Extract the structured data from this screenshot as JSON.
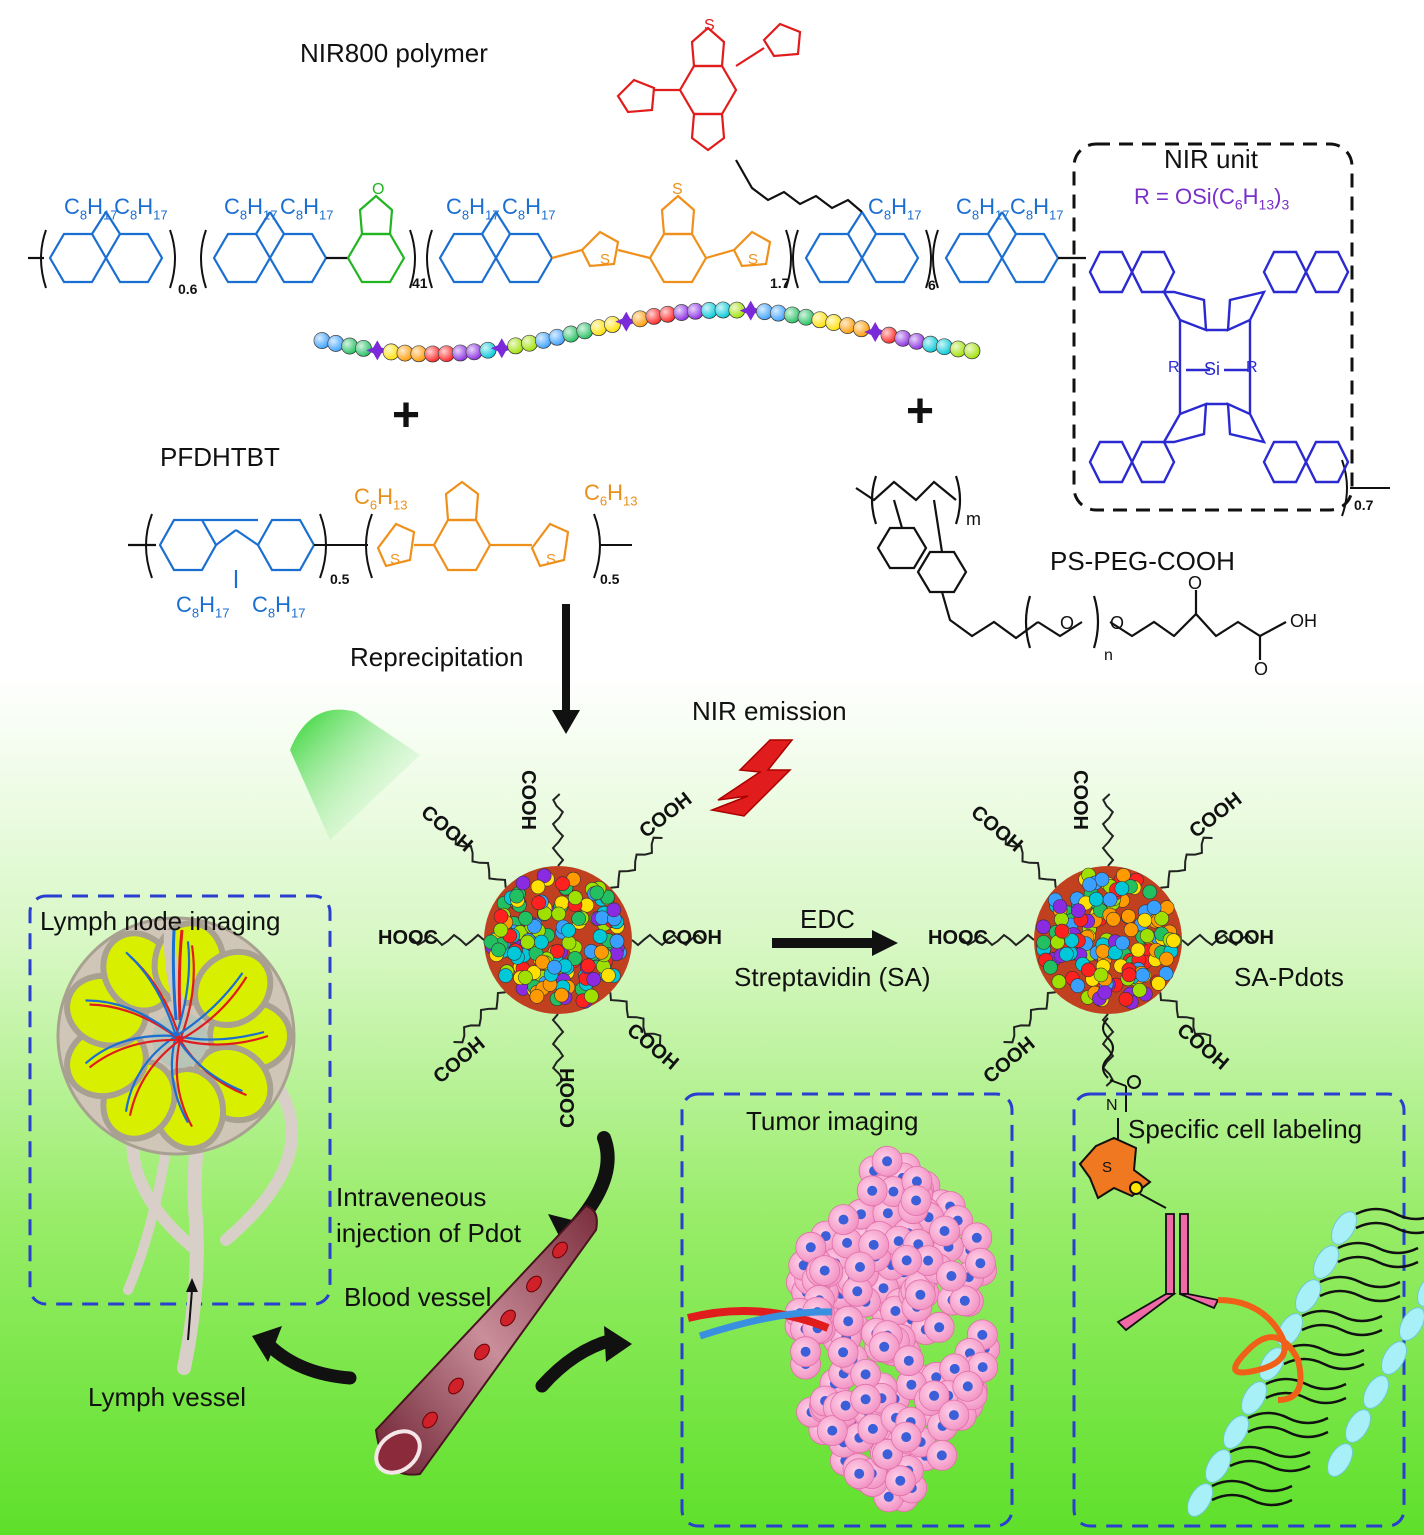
{
  "colors": {
    "fluorene_blue": "#1a6fd0",
    "benzoxadiazole_green": "#22b522",
    "thiophene_orange": "#f0901c",
    "triazole_red": "#e01c1c",
    "nir_unit_purple": "#2a2ad0",
    "background_green": "#5ee02a",
    "dashed_box_blue": "#2a3fd0"
  },
  "top_section": {
    "nir800_title": "NIR800 polymer",
    "nir_unit_title": "NIR unit",
    "r_group": "R = OSi(C6H13)3",
    "side_chain": "C8H17",
    "subscript_06": "0.6",
    "subscript_41": "41",
    "subscript_17": "1.7",
    "subscript_6": "6",
    "subscript_07": "0.7",
    "plus": "+",
    "pfdhtbt_title": "PFDHTBT",
    "hexyl_chain": "C6H13",
    "subscript_05": "0.5",
    "ps_peg_title": "PS-PEG-COOH",
    "m_label": "m",
    "n_label": "n",
    "oh_label": "OH",
    "o_label": "O",
    "si_label": "Si",
    "r_label": "R",
    "n_atom": "N",
    "s_atom": "S"
  },
  "process": {
    "reprecipitation": "Reprecipitation",
    "nir_emission": "NIR emission",
    "cooh": "COOH",
    "hooc": "HOOC",
    "edc": "EDC",
    "streptavidin": "Streptavidin (SA)",
    "sa_pdots": "SA-Pdots"
  },
  "applications": {
    "lymph_node": "Lymph node imaging",
    "intravenous_line1": "Intraveneous",
    "intravenous_line2": "injection of Pdot",
    "blood_vessel": "Blood vessel",
    "lymph_vessel": "Lymph vessel",
    "tumor": "Tumor imaging",
    "cell_labeling": "Specific cell labeling"
  }
}
